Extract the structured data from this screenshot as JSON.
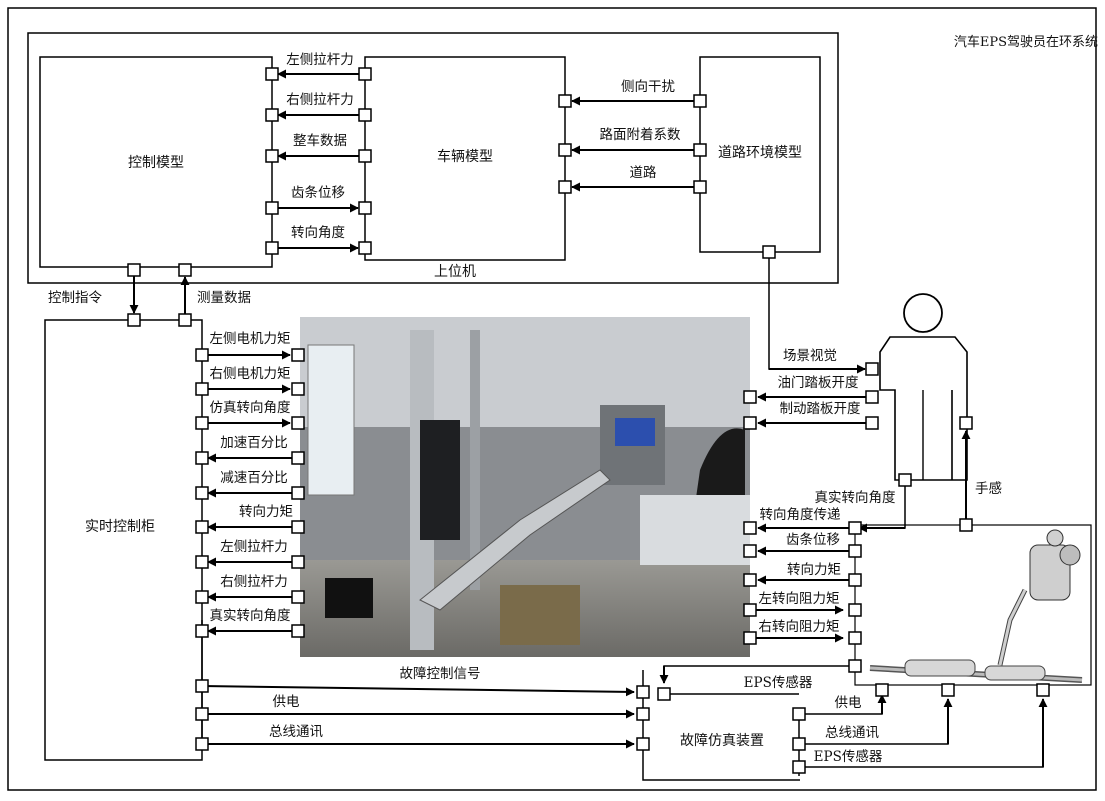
{
  "title": "汽车EPS驾驶员在环系统",
  "upper_pc": {
    "label": "上位机",
    "control_model": "控制模型",
    "vehicle_model": "车辆模型",
    "road_model": "道路环境模型",
    "ctrl_vehicle_signals": [
      "左侧拉杆力",
      "右侧拉杆力",
      "整车数据",
      "齿条位移",
      "转向角度"
    ],
    "road_vehicle_signals": [
      "侧向干扰",
      "路面附着系数",
      "道路"
    ]
  },
  "control_command": "控制指令",
  "measurement_data": "测量数据",
  "rt_cabinet": {
    "label": "实时控制柜",
    "signals": [
      "左侧电机力矩",
      "右侧电机力矩",
      "仿真转向角度",
      "加速百分比",
      "减速百分比",
      "转向力矩",
      "左侧拉杆力",
      "右侧拉杆力",
      "真实转向角度"
    ]
  },
  "driver": {
    "signals": [
      "场景视觉",
      "油门踏板开度",
      "制动踏板开度"
    ],
    "real_steer_angle": "真实转向角度",
    "hand_feel": "手感"
  },
  "eps": {
    "signals": [
      "转向角度传递",
      "齿条位移",
      "转向力矩",
      "左转向阻力矩",
      "右转向阻力矩"
    ]
  },
  "fault_device": {
    "label": "故障仿真装置",
    "fault_signal": "故障控制信号",
    "power": "供电",
    "bus": "总线通讯",
    "eps_sensor": "EPS传感器",
    "power_r": "供电",
    "bus_r": "总线通讯",
    "eps_sensor_r": "EPS传感器"
  },
  "icons": [
    "test-bench-photo",
    "driver-figure-icon",
    "eps-steering-gear-icon"
  ]
}
